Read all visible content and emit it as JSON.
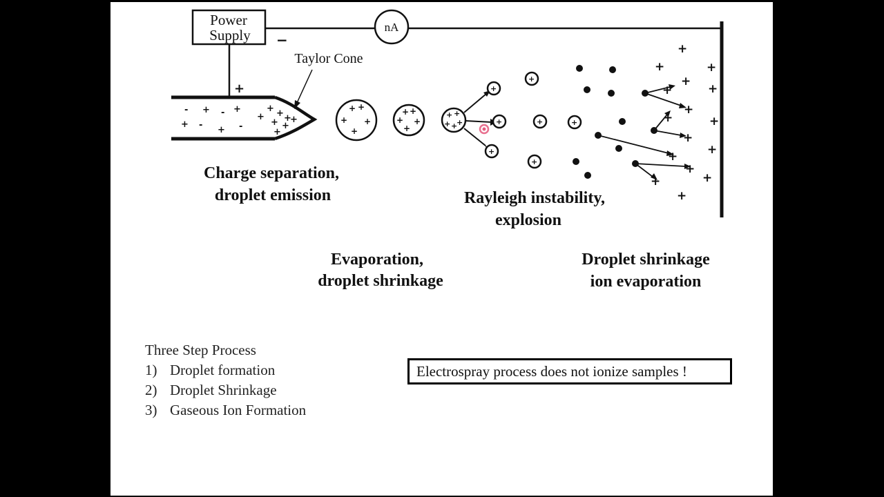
{
  "labels": {
    "power_supply_line1": "Power",
    "power_supply_line2": "Supply",
    "meter": "nA",
    "minus_sign": "−",
    "taylor_cone": "Taylor Cone",
    "charge_sep_line1": "Charge separation,",
    "charge_sep_line2": "droplet emission",
    "rayleigh_line1": "Rayleigh instability,",
    "rayleigh_line2": "explosion",
    "evap_line1": "Evaporation,",
    "evap_line2": "droplet shrinkage",
    "shrink_line1": "Droplet shrinkage",
    "shrink_line2": "ion evaporation"
  },
  "process": {
    "title": "Three Step Process",
    "steps": [
      {
        "num": "1)",
        "text": "Droplet formation"
      },
      {
        "num": "2)",
        "text": "Droplet Shrinkage"
      },
      {
        "num": "3)",
        "text": "Gaseous Ion Formation"
      }
    ]
  },
  "note": "Electrospray process does not ionize samples !",
  "colors": {
    "ink": "#111111",
    "cursor": "#e0406a",
    "background": "#ffffff"
  }
}
